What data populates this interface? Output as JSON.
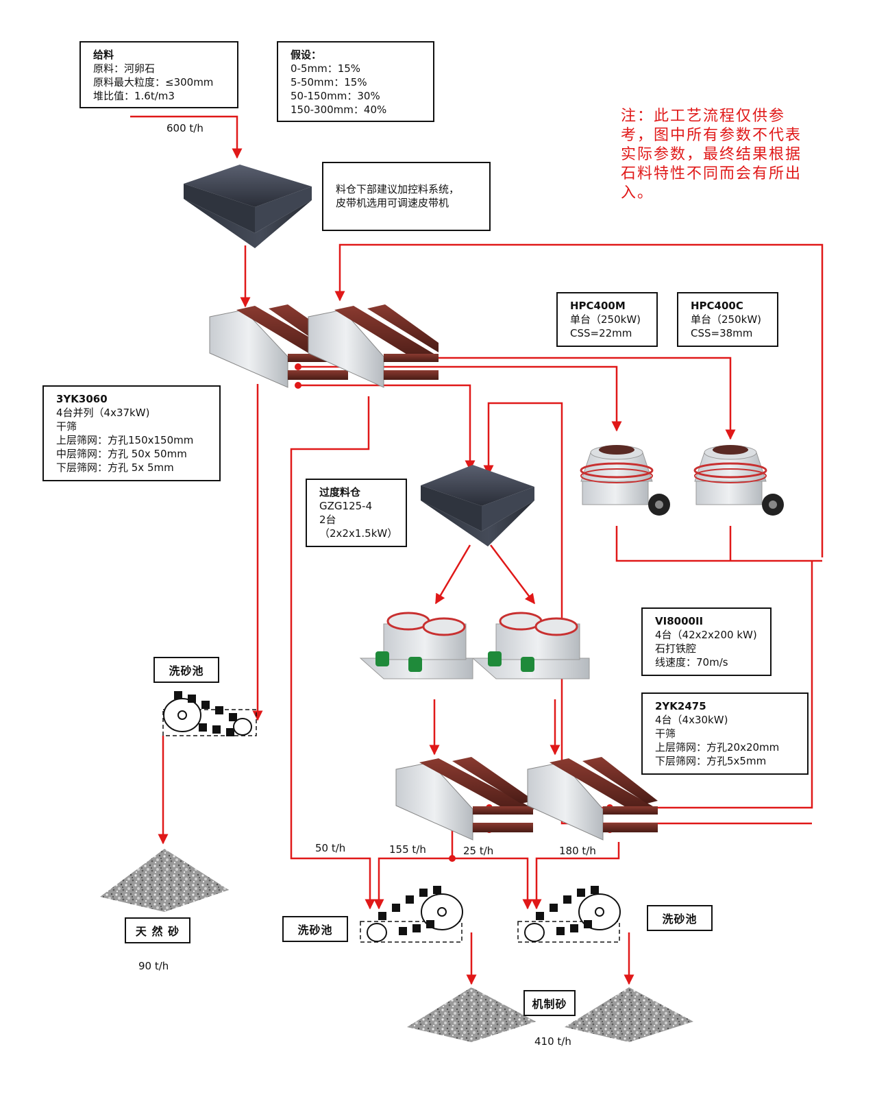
{
  "feed": {
    "title": "给料",
    "lines": [
      "原料：河卵石",
      "原料最大粒度：≤300mm",
      "堆比值：1.6t/m3"
    ],
    "rate": "600 t/h"
  },
  "assumption": {
    "title": "假设：",
    "lines": [
      "0-5mm：15%",
      "5-50mm：15%",
      "50-150mm：30%",
      "150-300mm：40%"
    ]
  },
  "note": "注：此工艺流程仅供参考，图中所有参数不代表实际参数，最终结果根据石料特性不同而会有所出入。",
  "hopper_note": {
    "lines": [
      "料仓下部建议加控料系统，",
      "皮带机选用可调速皮带机"
    ]
  },
  "hpc400m": {
    "title": "HPC400M",
    "lines": [
      "单台（250kW)",
      "CSS=22mm"
    ]
  },
  "hpc400c": {
    "title": "HPC400C",
    "lines": [
      "单台（250kW)",
      "CSS=38mm"
    ]
  },
  "screen_3yk": {
    "title": "3YK3060",
    "lines": [
      "4台并列（4x37kW)",
      "干筛",
      "上层筛网：方孔150x150mm",
      "中层筛网：方孔  50x  50mm",
      "下层筛网：方孔     5x     5mm"
    ]
  },
  "buffer_bin": {
    "title": "过度料仓",
    "lines": [
      "GZG125-4",
      "2台",
      "（2x2x1.5kW）"
    ]
  },
  "vsi": {
    "title": "VI8000II",
    "lines": [
      "4台（42x2x200 kW)",
      "石打铁腔",
      "线速度：70m/s"
    ]
  },
  "screen_2yk": {
    "title": "2YK2475",
    "lines": [
      "4台（4x30kW)",
      "干筛",
      "上层筛网：方孔20x20mm",
      "下层筛网：方孔5x5mm"
    ]
  },
  "labels": {
    "wash_left": "洗砂池",
    "wash_mid": "洗砂池",
    "wash_right": "洗砂池",
    "natural_sand": "天 然 砂",
    "machine_sand": "机制砂"
  },
  "rates": {
    "natural": "90 t/h",
    "r50": "50 t/h",
    "r155": "155 t/h",
    "r25": "25 t/h",
    "r180": "180 t/h",
    "machine": "410 t/h"
  },
  "colors": {
    "flow_line": "#e01818",
    "hopper": "#3a3f4b",
    "screen_beam": "#6b2a22",
    "note_text": "#e01818"
  }
}
